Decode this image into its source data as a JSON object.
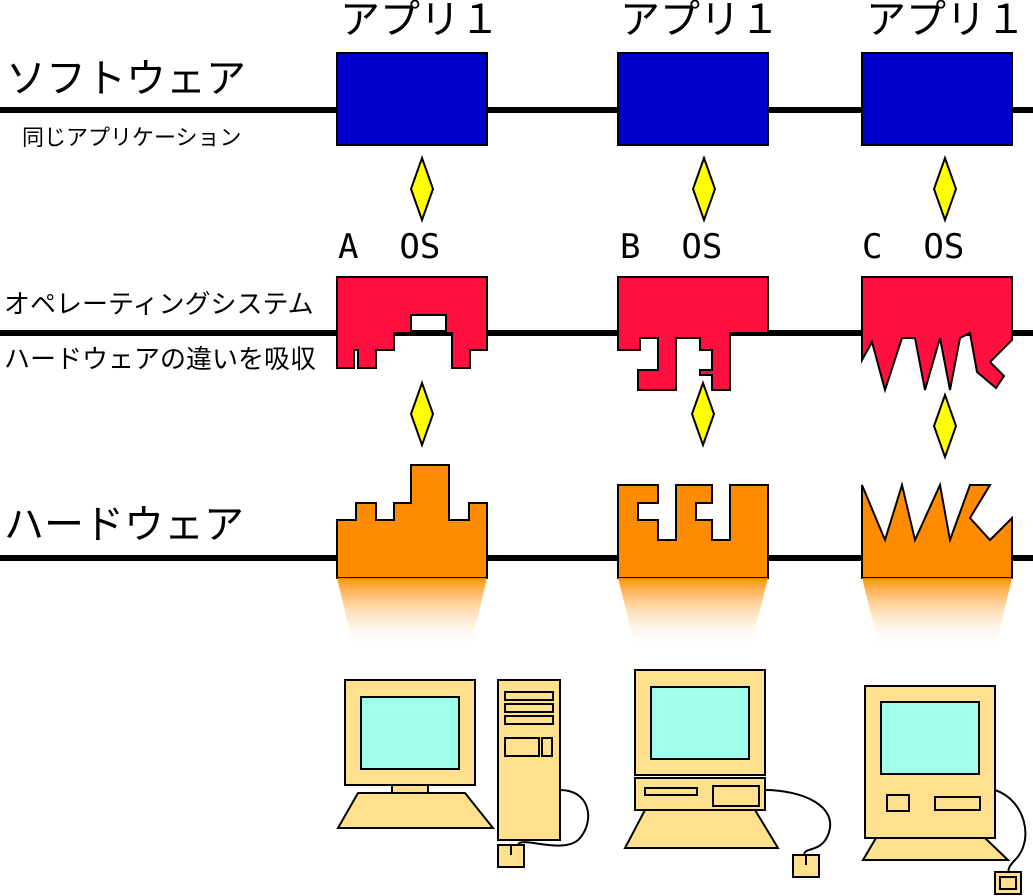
{
  "layers": {
    "software": {
      "label": "ソフトウェア",
      "sublabel": "同じアプリケーション"
    },
    "os": {
      "label": "オペレーティングシステム",
      "sublabel": "ハードウェアの違いを吸収"
    },
    "hardware": {
      "label": "ハードウェア"
    }
  },
  "columns": [
    {
      "app_label": "アプリ１",
      "os_label": "A  OS"
    },
    {
      "app_label": "アプリ１",
      "os_label": "B  OS"
    },
    {
      "app_label": "アプリ１",
      "os_label": "C  OS"
    }
  ],
  "colors": {
    "app_block": "#0000cc",
    "os_block": "#ff1040",
    "hardware_block": "#ff8c00",
    "diamond": "#ffff00",
    "computer_body": "#ffe08c",
    "screen": "#a0ffe8",
    "line": "#000000"
  },
  "icons": {
    "arrows": "yellow-diamond-icon",
    "computers": [
      "tower-pc-icon",
      "desktop-pc-icon",
      "compact-mac-icon"
    ]
  }
}
